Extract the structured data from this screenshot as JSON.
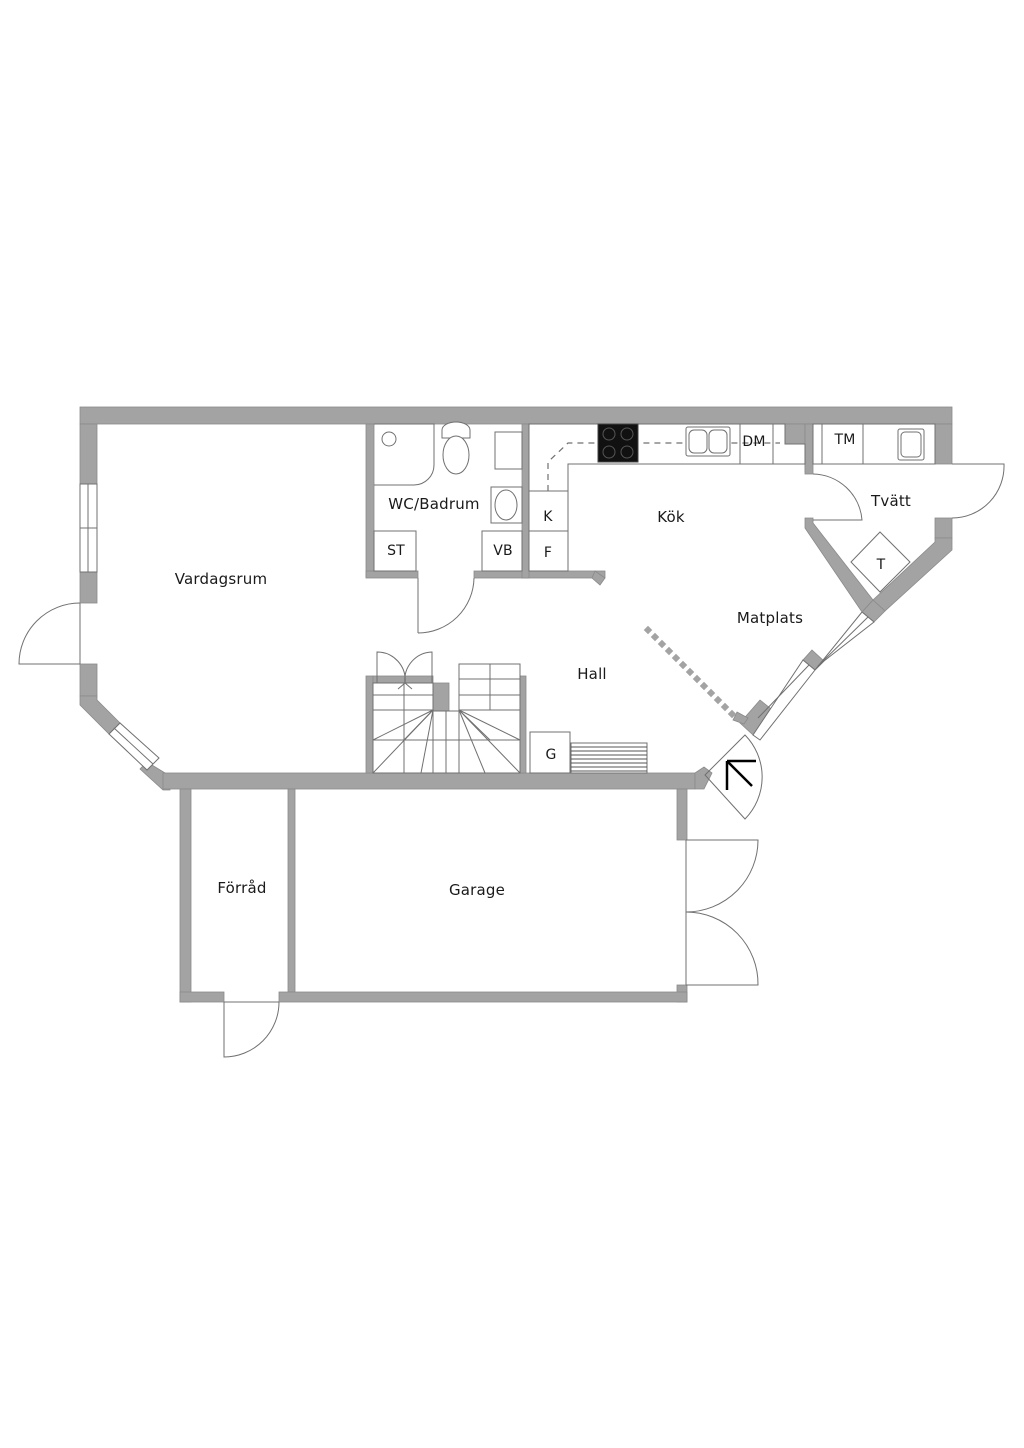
{
  "plan": {
    "title": "Floor plan",
    "wall_color": "#a3a3a3",
    "line_color": "#707070",
    "background": "#ffffff"
  },
  "rooms": {
    "vardagsrum": "Vardagsrum",
    "wc_badrum": "WC/Badrum",
    "kok": "Kök",
    "tvatt": "Tvätt",
    "matplats": "Matplats",
    "hall": "Hall",
    "forrad": "Förråd",
    "garage": "Garage"
  },
  "fixtures": {
    "st": "ST",
    "vb": "VB",
    "k": "K",
    "f": "F",
    "dm": "DM",
    "tm": "TM",
    "t": "T",
    "g": "G"
  },
  "icons": {
    "entrance": "entrance-arrow-icon",
    "stove": "stove-icon",
    "sink": "sink-icon",
    "toilet": "toilet-icon",
    "shower": "shower-icon"
  }
}
